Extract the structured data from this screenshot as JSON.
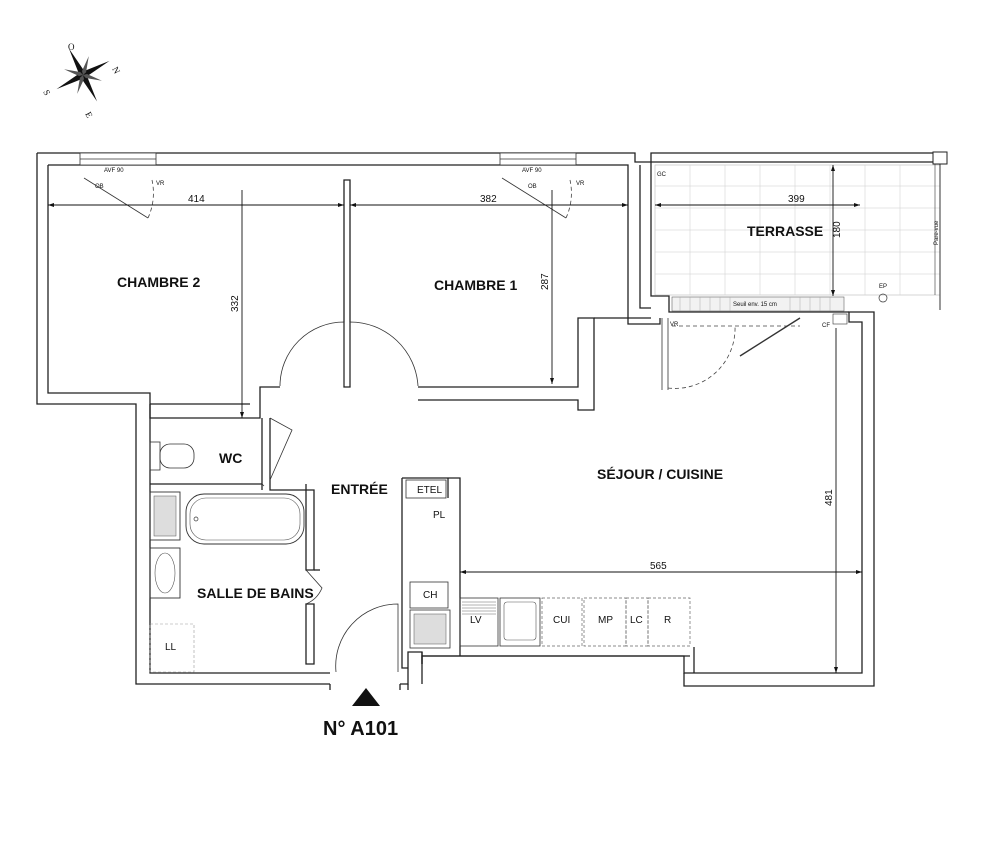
{
  "plan": {
    "apartment_number": "N° A101",
    "compass": {
      "n": "N",
      "s": "S",
      "e": "E",
      "o": "O"
    },
    "rooms": {
      "chambre2": "CHAMBRE 2",
      "chambre1": "CHAMBRE 1",
      "terrasse": "TERRASSE",
      "wc": "WC",
      "entree": "ENTRÉE",
      "sejour": "SÉJOUR / CUISINE",
      "salle_de_bains": "SALLE DE BAINS"
    },
    "dimensions": {
      "chambre2_width": "414",
      "chambre2_depth": "332",
      "chambre1_width": "382",
      "chambre1_depth": "287",
      "terrasse_width": "399",
      "terrasse_depth": "180",
      "sejour_depth": "481",
      "sejour_width": "565"
    },
    "fixtures": {
      "etel": "ETEL",
      "pl": "PL",
      "ch": "CH",
      "lv": "LV",
      "cui": "CUI",
      "mp": "MP",
      "lc": "LC",
      "r": "R",
      "ll": "LL"
    },
    "annotations": {
      "avf_left": "AVF 90",
      "avf_right": "AVF 90",
      "ob_left": "OB",
      "ob_right": "OB",
      "vr_left": "VR",
      "vr_right": "VR",
      "vr_sejour": "VR",
      "cf": "CF",
      "gc": "GC",
      "ep": "EP",
      "seuil": "Seuil env. 15 cm",
      "pareclos": "Pare-vue"
    }
  }
}
